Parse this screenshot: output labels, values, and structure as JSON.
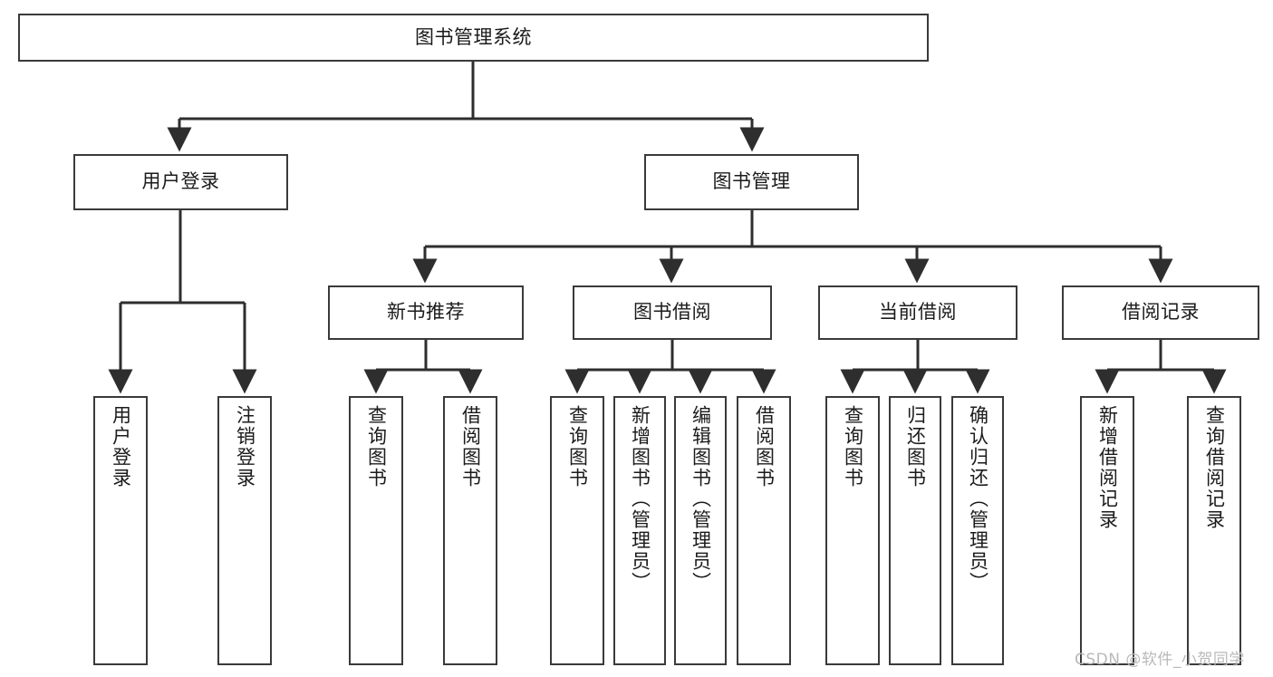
{
  "diagram": {
    "type": "tree",
    "title": "图书管理系统",
    "root": {
      "label": "图书管理系统"
    },
    "level2": [
      {
        "label": "用户登录"
      },
      {
        "label": "图书管理"
      }
    ],
    "level3": [
      {
        "label": "新书推荐"
      },
      {
        "label": "图书借阅"
      },
      {
        "label": "当前借阅"
      },
      {
        "label": "借阅记录"
      }
    ],
    "leaves": {
      "user_login": [
        {
          "label": "用户登录"
        },
        {
          "label": "注销登录"
        }
      ],
      "new_book_recommend": [
        {
          "label": "查询图书"
        },
        {
          "label": "借阅图书"
        }
      ],
      "book_borrow": [
        {
          "label": "查询图书"
        },
        {
          "label": "新增图书（管理员）"
        },
        {
          "label": "编辑图书（管理员）"
        },
        {
          "label": "借阅图书"
        }
      ],
      "current_borrow": [
        {
          "label": "查询图书"
        },
        {
          "label": "归还图书"
        },
        {
          "label": "确认归还（管理员）"
        }
      ],
      "borrow_record": [
        {
          "label": "新增借阅记录"
        },
        {
          "label": "查询借阅记录"
        }
      ]
    }
  },
  "watermark": {
    "text": "CSDN @软件_小贺同学"
  },
  "colors": {
    "box_border": "#3a3a3a",
    "box_fill": "#ffffff",
    "text": "#1b1b1b",
    "connector": "#2e2e2e",
    "watermark": "#b9b9b9"
  }
}
